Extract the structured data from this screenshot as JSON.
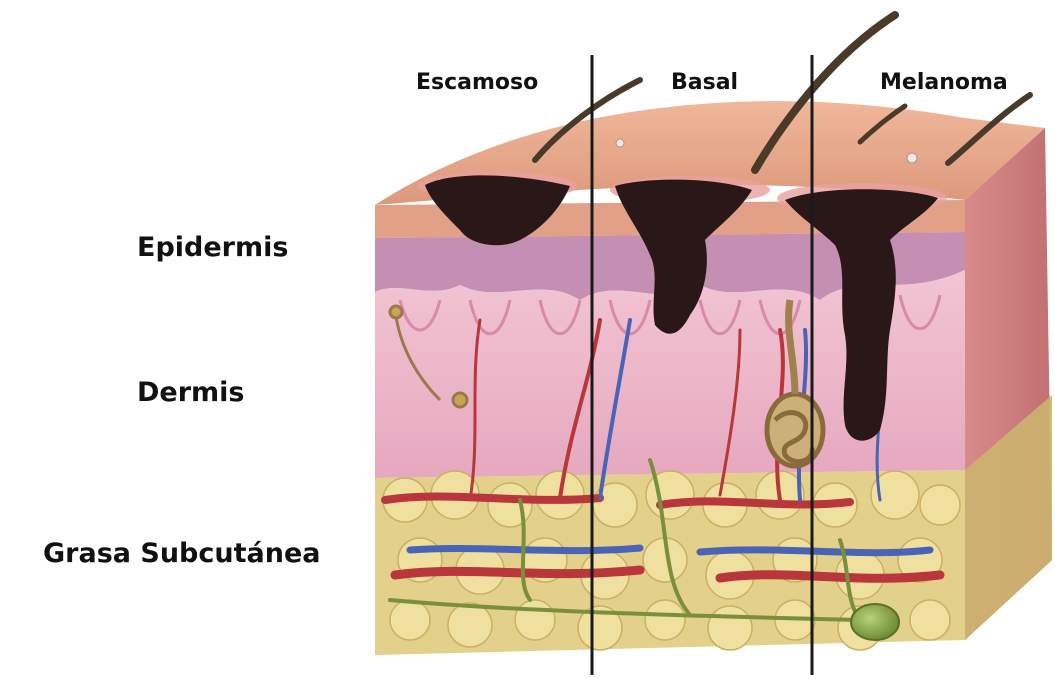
{
  "figure": {
    "columns": [
      {
        "id": "escamoso",
        "label": "Escamoso"
      },
      {
        "id": "basal",
        "label": "Basal"
      },
      {
        "id": "melanoma",
        "label": "Melanoma"
      }
    ],
    "layers": [
      {
        "id": "epidermis",
        "label": "Epidermis"
      },
      {
        "id": "dermis",
        "label": "Dermis"
      },
      {
        "id": "grasa",
        "label": "Grasa Subcutánea"
      }
    ],
    "colors": {
      "epidermis_surface": "#e8a58a",
      "epidermis_band": "#c98fb4",
      "dermis": "#ecb4c9",
      "subcutaneous_fat": "#e0cf86",
      "tumor": "#2a1717",
      "artery": "#b8363c",
      "vein": "#4a63b5",
      "nerve": "#7a8f3c",
      "divider_lines": "#1a1a1a"
    }
  }
}
